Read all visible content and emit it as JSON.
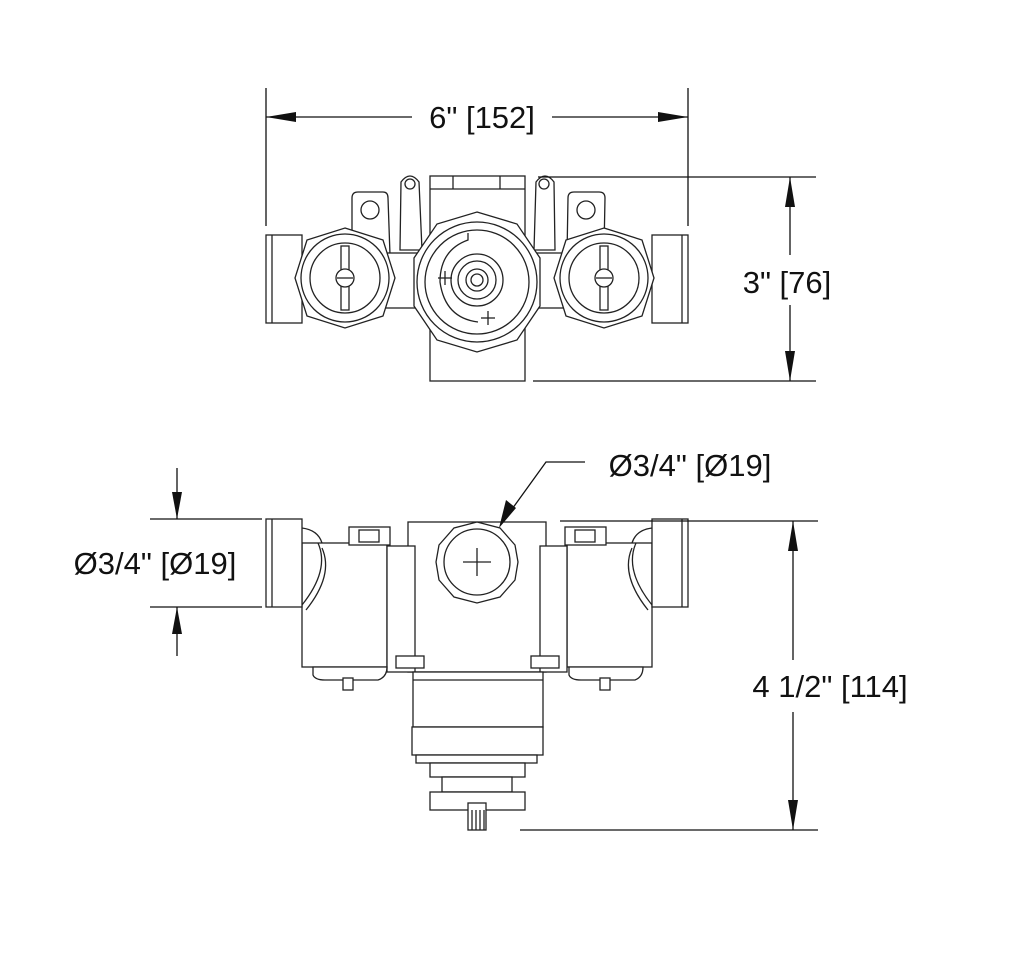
{
  "drawing": {
    "top_view": {
      "width_label": "6\" [152]",
      "height_label": "3\" [76]"
    },
    "front_view": {
      "side_port_label": "Ø3/4\" [Ø19]",
      "center_port_label": "Ø3/4\" [Ø19]",
      "height_label": "4 1/2\" [114]"
    }
  }
}
